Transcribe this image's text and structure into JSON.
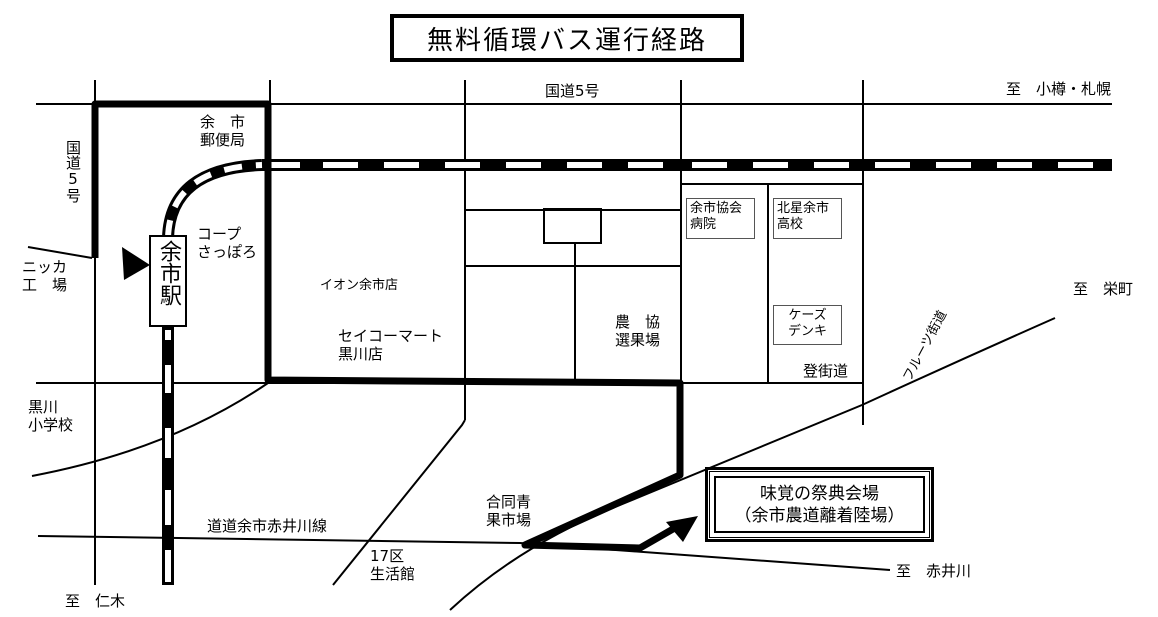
{
  "title": "無料循環バス運行経路",
  "station": {
    "name": "余市駅"
  },
  "roads": {
    "national_route_5_top": "国道5号",
    "national_route_5_left": "国道5号",
    "prefectural_road": "道道余市赤井川線",
    "fruit_road": "フルーツ街道",
    "nobori_road": "登街道"
  },
  "directions": {
    "otaru_sapporo": "至　小樽・札幌",
    "sakaemachi": "至　栄町",
    "akaigawa": "至　赤井川",
    "niki": "至　仁木"
  },
  "landmarks": {
    "post_office": "余　市\n郵便局",
    "coop": "コープ\nさっぽろ",
    "nikka": "ニッカ\n工　場",
    "aeon": "イオン余市店",
    "seicomart": "セイコーマート\n黒川店",
    "nokyo": "農　協\n選果場",
    "hospital": "余市協会\n病院",
    "hokusei": "北星余市\n高校",
    "ksdenki": "ケーズ\nデンキ",
    "kurokawa_school": "黒川\n小学校",
    "ku17": "17区\n生活館",
    "market": "合同青\n果市場"
  },
  "destination": {
    "line1": "味覚の祭典会場",
    "line2": "（余市農道離着陸場）"
  },
  "colors": {
    "ink": "#000000",
    "paper": "#ffffff"
  }
}
